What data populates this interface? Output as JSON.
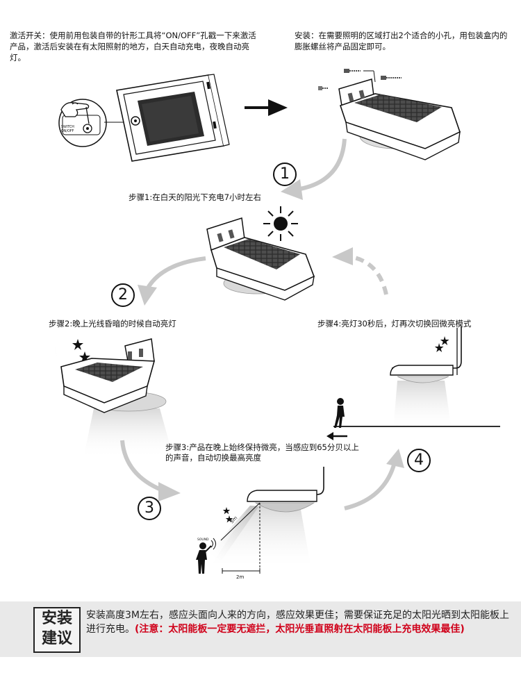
{
  "activation": {
    "label": "激活开关：",
    "text": "使用前用包装自带的针形工具将“ON/OFF”孔戳一下来激活产品，激活后安装在有太阳照射的地方，白天自动充电，夜晚自动亮灯。"
  },
  "install": {
    "label": "安装：",
    "text": "在需要照明的区域打出2个适合的小孔，用包装盒内的膨胀螺丝将产品固定即可。"
  },
  "switch_label_1": "SWITCH",
  "switch_label_2": "ON/OFF",
  "steps": [
    {
      "number": "1",
      "text": "步骤1:在白天的阳光下充电7小时左右"
    },
    {
      "number": "2",
      "text": "步骤2:晚上光线昏暗的时候自动亮灯"
    },
    {
      "number": "3",
      "text": "步骤3:产品在晚上始终保持微亮，当感应到65分贝以上的声音，自动切换最高亮度"
    },
    {
      "number": "4",
      "text": "步骤4:亮灯30秒后，灯再次切换回微亮模式"
    }
  ],
  "diagram_labels": {
    "distance_vertical": "3m",
    "distance_horizontal": "2m",
    "sound": "SOUND"
  },
  "footer": {
    "badge_line1": "安装",
    "badge_line2": "建议",
    "text": "安装高度3M左右，感应头面向人来的方向，感应效果更佳；需要保证充足的太阳光晒到太阳能板上进行充电。",
    "warning": "(注意：太阳能板一定要无遮拦，太阳光垂直照射在太阳能板上充电效果最佳)"
  },
  "colors": {
    "arrow_gray": "#c8c8c8",
    "text": "#111111",
    "warning": "#d0021b",
    "footer_bg": "#e9e9e9"
  }
}
